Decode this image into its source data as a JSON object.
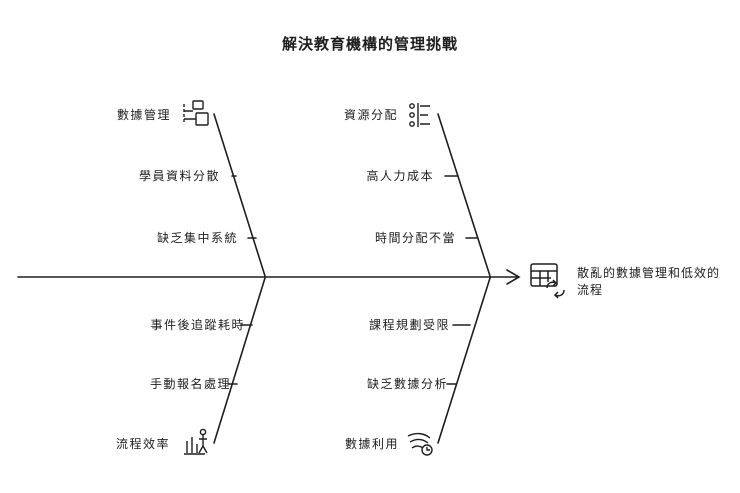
{
  "title": "解決教育機構的管理挑戰",
  "effect": "散亂的數據管理和低效的流程",
  "top_left": [
    "數據管理",
    "學員資料分散",
    "缺乏集中系統"
  ],
  "top_right": [
    "資源分配",
    "高人力成本",
    "時間分配不當"
  ],
  "bottom_left": [
    "事件後追蹤耗時",
    "手動報名處理",
    "流程效率"
  ],
  "bottom_right": [
    "課程規劃受限",
    "缺乏數據分析",
    "數據利用"
  ],
  "icons": {
    "top_left": "data-hierarchy-icon",
    "top_right": "resource-allocation-icon",
    "bottom_left": "process-efficiency-icon",
    "bottom_right": "data-utilization-icon",
    "effect": "table-refresh-icon"
  },
  "colors": {
    "stroke": "#1e1e1e",
    "background": "#ffffff"
  }
}
